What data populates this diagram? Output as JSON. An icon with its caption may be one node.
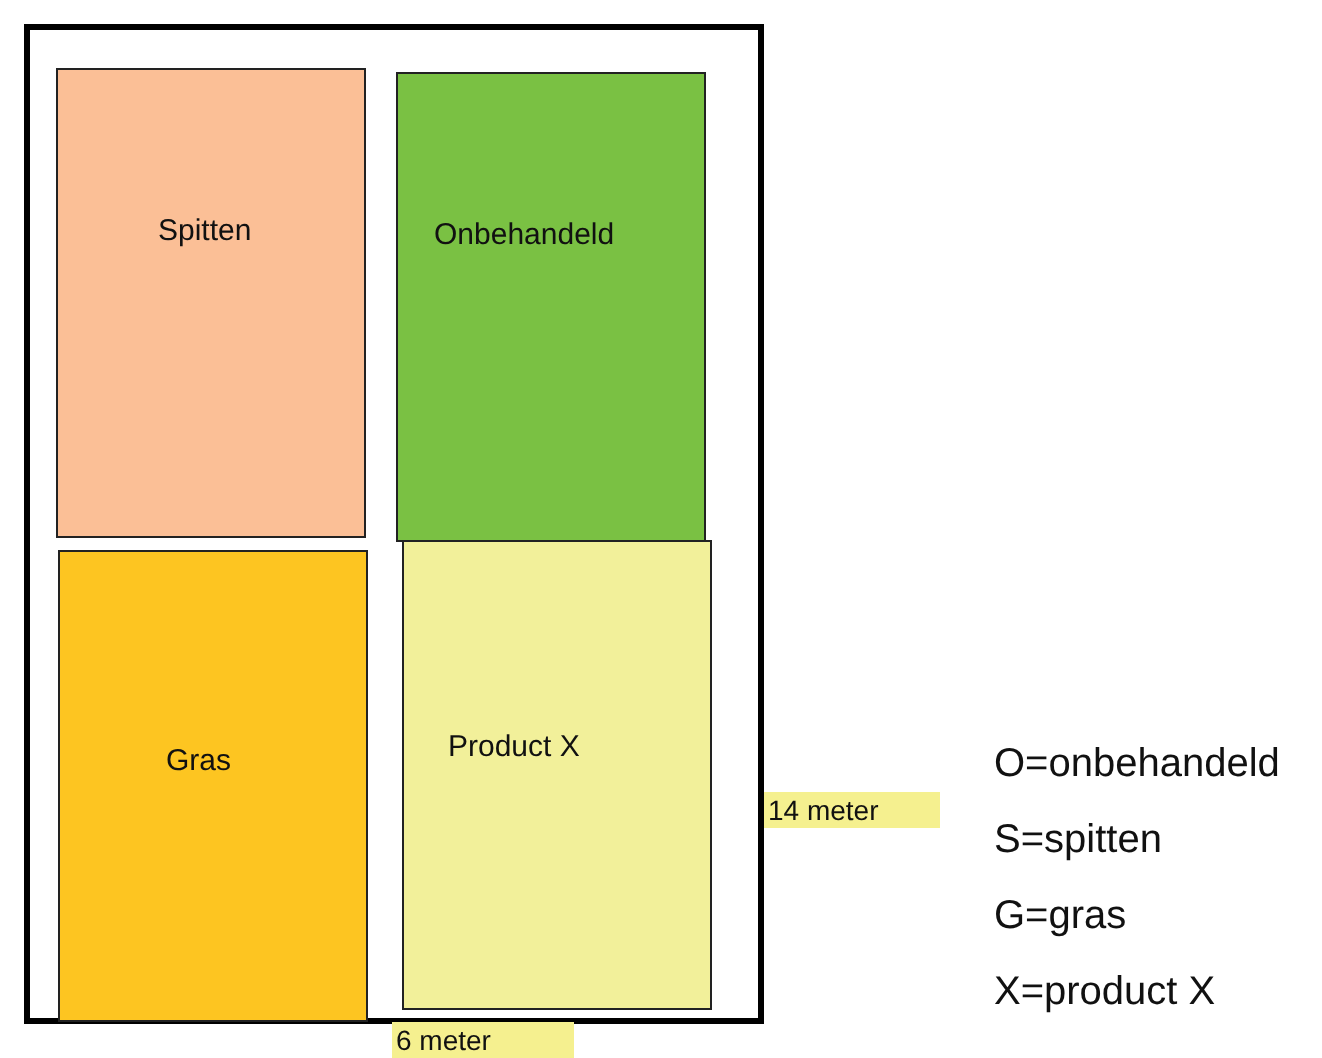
{
  "diagram": {
    "nodes": [
      {
        "text": [],
        "shape": "box"
      },
      {
        "text": [
          "Spitten"
        ],
        "in": 0
      },
      {
        "text": [
          "Onbehandeld"
        ],
        "in": 0
      },
      {
        "text": [
          "Gras"
        ],
        "in": 0
      },
      {
        "text": [
          "Product X"
        ],
        "in": 0
      }
    ],
    "edges": [],
    "labels": [
      "14 meter",
      "6 meter",
      "O=onbehandeld",
      "S=spitten",
      "G=gras",
      "X=product X"
    ]
  }
}
